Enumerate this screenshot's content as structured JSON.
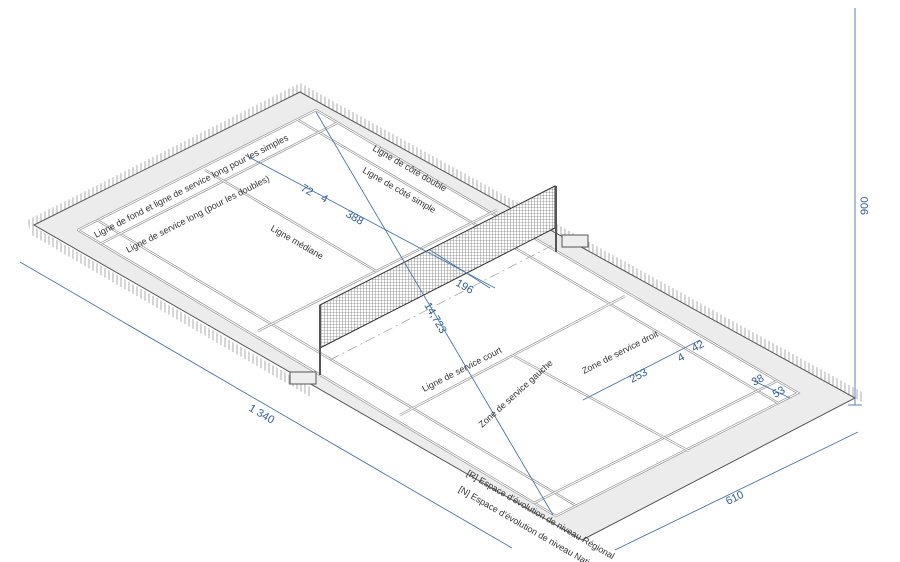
{
  "labels": {
    "back_line": "Ligne de fond et ligne de service long pour les simples",
    "long_service_doubles": "Ligne de service long (pour les doubles)",
    "center_line": "Ligne médiane",
    "side_double": "Ligne de côté double",
    "side_single": "Ligne de côté simple",
    "short_service": "Ligne de service court",
    "left_zone": "Zone de service gauche",
    "right_zone": "Zone de service droit",
    "regional": "[R] Espace d'évolution de niveau Régional",
    "national": "[N] Espace d'évolution de niveau National"
  },
  "dimensions": {
    "length": "1 340",
    "width": "610",
    "height": "900",
    "diagonal": "14,723",
    "d72": "72",
    "d4a": "4",
    "d388": "388",
    "d196": "196",
    "d253": "253",
    "d4b": "4",
    "d42": "42",
    "d38": "38",
    "d53": "53"
  }
}
